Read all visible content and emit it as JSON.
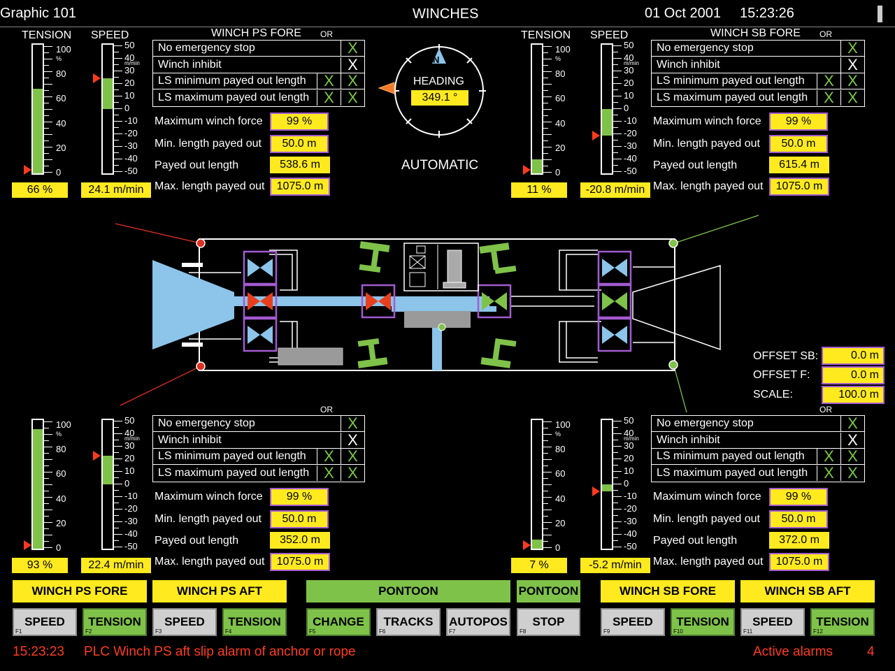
{
  "header": {
    "graphic": "Graphic 101",
    "title": "WINCHES",
    "date": "01 Oct 2001",
    "time": "15:23:26"
  },
  "col_labels": {
    "tension": "TENSION",
    "speed": "SPEED",
    "or": "OR"
  },
  "units": {
    "pct": "%",
    "mmin": "m/min"
  },
  "tension_ticks": [
    "100",
    "80",
    "60",
    "40",
    "20",
    "0"
  ],
  "speed_ticks": [
    "50",
    "40",
    "30",
    "20",
    "10",
    "0",
    "-10",
    "-20",
    "-30",
    "-40",
    "-50"
  ],
  "cond_labels": [
    "No emergency stop",
    "Winch inhibit",
    "LS minimum payed out length",
    "LS maximum payed out length"
  ],
  "param_labels": {
    "max_force": "Maximum winch force",
    "min_len": "Min. length payed out",
    "payed": "Payed out length",
    "max_len": "Max. length payed out"
  },
  "x_symbol": "X",
  "winches": {
    "ps_fore": {
      "title": "WINCH PS FORE",
      "tension_pct": 66,
      "speed_mmin": 24.1,
      "tension_text": "66  %",
      "speed_text": "24.1  m/min",
      "max_force": "99    %",
      "min_len": "50.0  m",
      "payed": "538.6  m",
      "max_len": "1075.0  m"
    },
    "sb_fore": {
      "title": "WINCH SB FORE",
      "tension_pct": 11,
      "speed_mmin": -20.8,
      "tension_text": "11  %",
      "speed_text": "-20.8  m/min",
      "max_force": "99    %",
      "min_len": "50.0  m",
      "payed": "615.4  m",
      "max_len": "1075.0  m"
    },
    "ps_aft": {
      "title": "",
      "tension_pct": 93,
      "speed_mmin": 22.4,
      "tension_text": "93  %",
      "speed_text": "22.4  m/min",
      "max_force": "99    %",
      "min_len": "50.0  m",
      "payed": "352.0  m",
      "max_len": "1075.0  m"
    },
    "sb_aft": {
      "title": "",
      "tension_pct": 7,
      "speed_mmin": -5.2,
      "tension_text": "7  %",
      "speed_text": "-5.2  m/min",
      "max_force": "99    %",
      "min_len": "50.0  m",
      "payed": "372.0  m",
      "max_len": "1075.0  m"
    }
  },
  "heading": {
    "label": "HEADING",
    "value": "349.1  °",
    "north": "N",
    "mode": "AUTOMATIC"
  },
  "offsets": {
    "sb_label": "OFFSET SB:",
    "sb_value": "0.0    m",
    "f_label": "OFFSET F:",
    "f_value": "0.0    m",
    "scale_label": "SCALE:",
    "scale_value": "100.0   m"
  },
  "groups": [
    "WINCH PS FORE",
    "WINCH PS AFT",
    "PONTOON",
    "PONTOON",
    "WINCH SB FORE",
    "WINCH SB AFT"
  ],
  "buttons": [
    {
      "label": "SPEED",
      "fkey": "F1"
    },
    {
      "label": "TENSION",
      "fkey": "F2"
    },
    {
      "label": "SPEED",
      "fkey": "F3"
    },
    {
      "label": "TENSION",
      "fkey": "F4"
    },
    {
      "label": "CHANGE",
      "fkey": "F5"
    },
    {
      "label": "TRACKS",
      "fkey": "F6"
    },
    {
      "label": "AUTOPOS",
      "fkey": "F7"
    },
    {
      "label": "STOP",
      "fkey": "F8"
    },
    {
      "label": "SPEED",
      "fkey": "F9"
    },
    {
      "label": "TENSION",
      "fkey": "F10"
    },
    {
      "label": "SPEED",
      "fkey": "F11"
    },
    {
      "label": "TENSION",
      "fkey": "F12"
    }
  ],
  "alarm": {
    "time": "15:23:23",
    "text": "PLC Winch PS aft slip alarm of anchor or rope",
    "active_label": "Active alarms",
    "active_count": "4"
  },
  "colors": {
    "yellow": "#ffea1f",
    "green": "#7fc24a",
    "red": "#ff3b1f",
    "blue": "#8cc4ea",
    "purple": "#a35bd0"
  }
}
